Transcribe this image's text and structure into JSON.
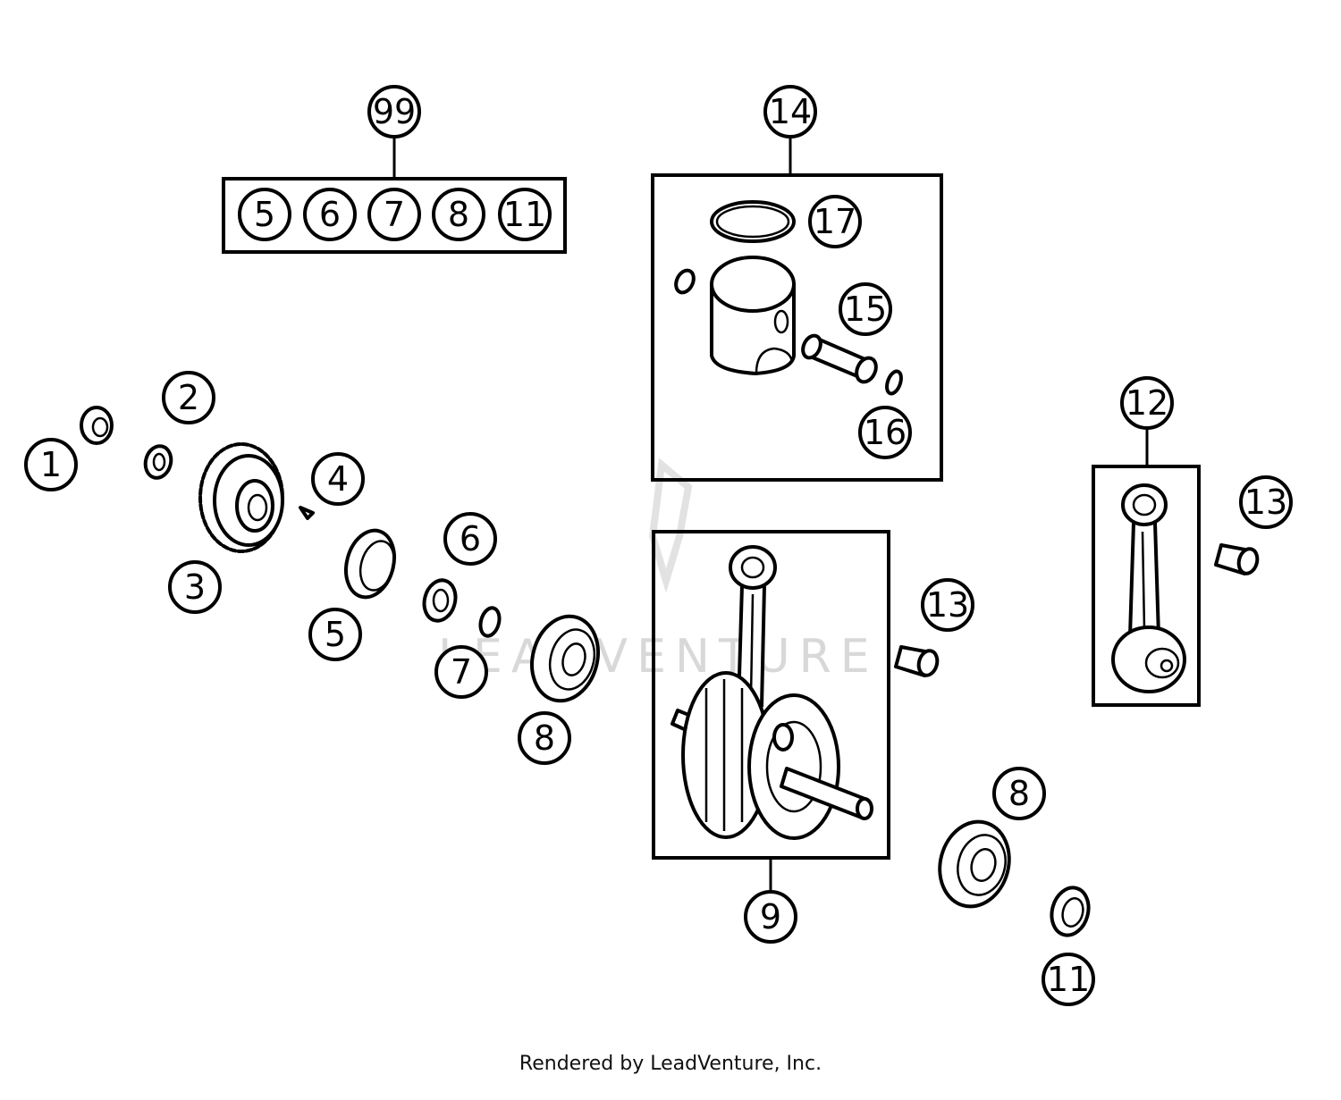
{
  "callouts": {
    "c99": "99",
    "kit_5": "5",
    "kit_6": "6",
    "kit_7": "7",
    "kit_8": "8",
    "kit_11": "11",
    "c14": "14",
    "c17": "17",
    "c15": "15",
    "c16": "16",
    "c12": "12",
    "c13a": "13",
    "c13b": "13",
    "c1": "1",
    "c2": "2",
    "c3": "3",
    "c4": "4",
    "c5": "5",
    "c6": "6",
    "c7": "7",
    "c8a": "8",
    "c8b": "8",
    "c9": "9",
    "c11": "11"
  },
  "watermark": "LEADVENTURE",
  "credit": "Rendered by LeadVenture, Inc."
}
